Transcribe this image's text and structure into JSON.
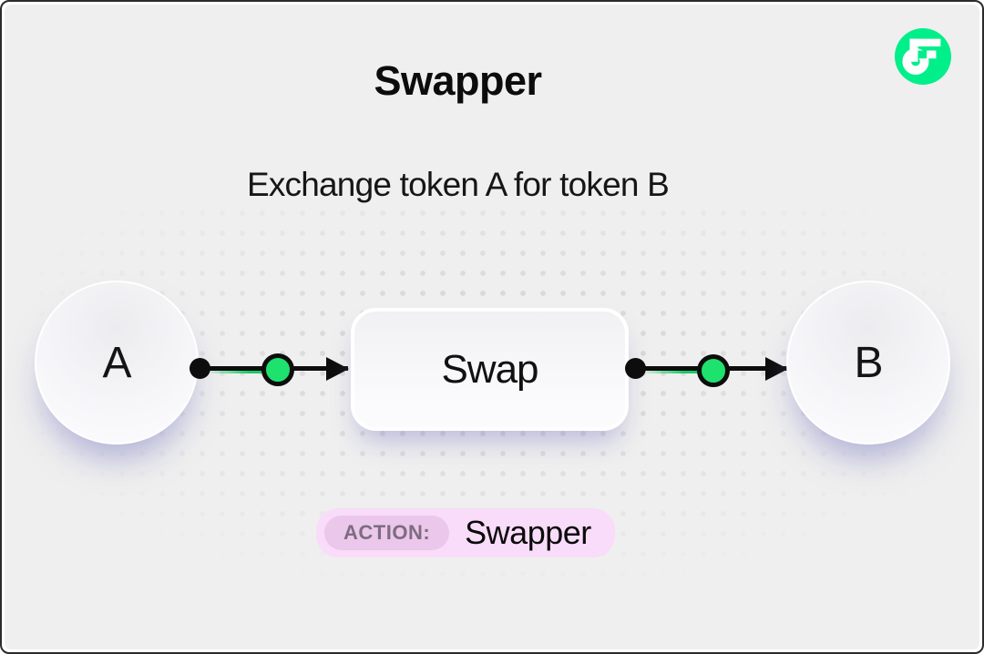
{
  "header": {
    "title": "Swapper",
    "subtitle": "Exchange token A for token B"
  },
  "brand": {
    "logo": "flow-logo",
    "logo_color": "#00ef8b"
  },
  "diagram": {
    "nodes": [
      {
        "id": "token-a",
        "label": "A",
        "shape": "circle"
      },
      {
        "id": "swap",
        "label": "Swap",
        "shape": "rounded-rect"
      },
      {
        "id": "token-b",
        "label": "B",
        "shape": "circle"
      }
    ],
    "edges": [
      {
        "from": "token-a",
        "to": "swap",
        "style": "arrow-with-green-dot"
      },
      {
        "from": "swap",
        "to": "token-b",
        "style": "arrow-with-green-dot"
      }
    ],
    "edge_dot_color": "#1ee26e",
    "edge_line_color": "#0d0d0d"
  },
  "action_badge": {
    "label": "ACTION:",
    "value": "Swapper",
    "badge_bg": "#f9dcf9",
    "label_bg": "#eac7eb",
    "label_color": "#7e6c80"
  },
  "canvas": {
    "background": "#efefef",
    "dot_color": "#d7d7d7"
  }
}
